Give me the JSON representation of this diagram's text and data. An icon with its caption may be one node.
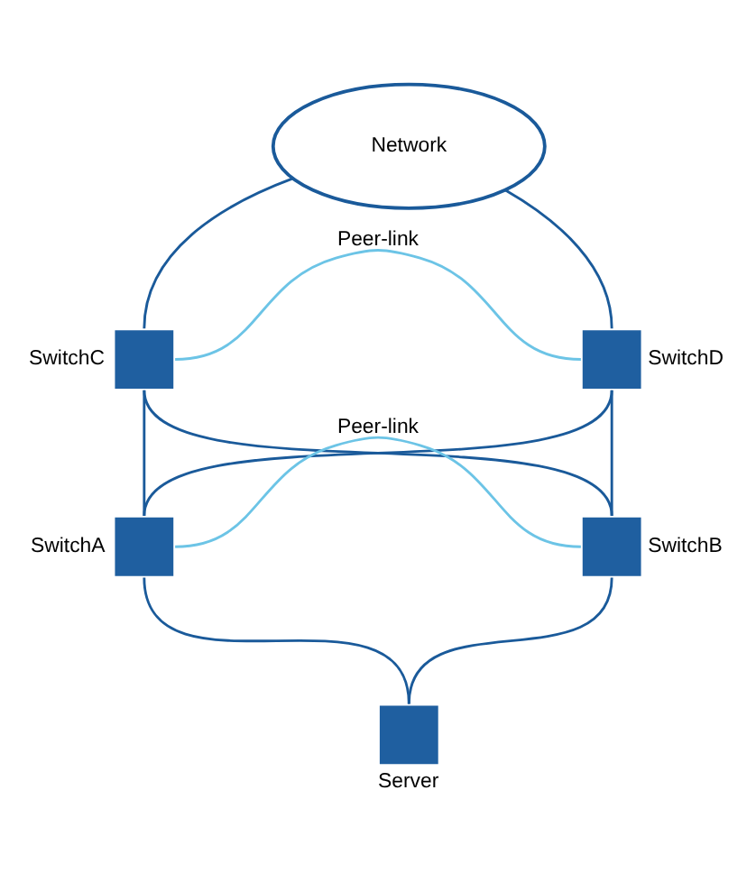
{
  "diagram": {
    "nodes": [
      {
        "text": [
          "Network"
        ]
      },
      {
        "text": [],
        "shape": "box",
        "beside": [
          "SwitchC"
        ]
      },
      {
        "text": [],
        "shape": "box",
        "beside": [
          "SwitchD"
        ]
      },
      {
        "text": [],
        "shape": "box",
        "beside": [
          "SwitchA"
        ]
      },
      {
        "text": [],
        "shape": "box",
        "beside": [
          "SwitchB"
        ]
      },
      {
        "text": [],
        "shape": "box",
        "beside": [
          "Server"
        ]
      }
    ],
    "edges": [
      {
        "from": 0,
        "to": 1,
        "arrow": "none"
      },
      {
        "from": 0,
        "to": 2,
        "arrow": "none"
      },
      {
        "from": 1,
        "to": 2,
        "arrow": "none",
        "label": "Peer-link",
        "color": "#6cc4e6"
      },
      {
        "from": 1,
        "to": 3,
        "arrow": "none"
      },
      {
        "from": 1,
        "to": 4,
        "arrow": "none"
      },
      {
        "from": 2,
        "to": 3,
        "arrow": "none"
      },
      {
        "from": 2,
        "to": 4,
        "arrow": "none"
      },
      {
        "from": 3,
        "to": 4,
        "arrow": "none",
        "label": "Peer-link",
        "color": "#6cc4e6"
      },
      {
        "from": 3,
        "to": 5,
        "arrow": "none"
      },
      {
        "from": 4,
        "to": 5,
        "arrow": "none"
      }
    ]
  }
}
